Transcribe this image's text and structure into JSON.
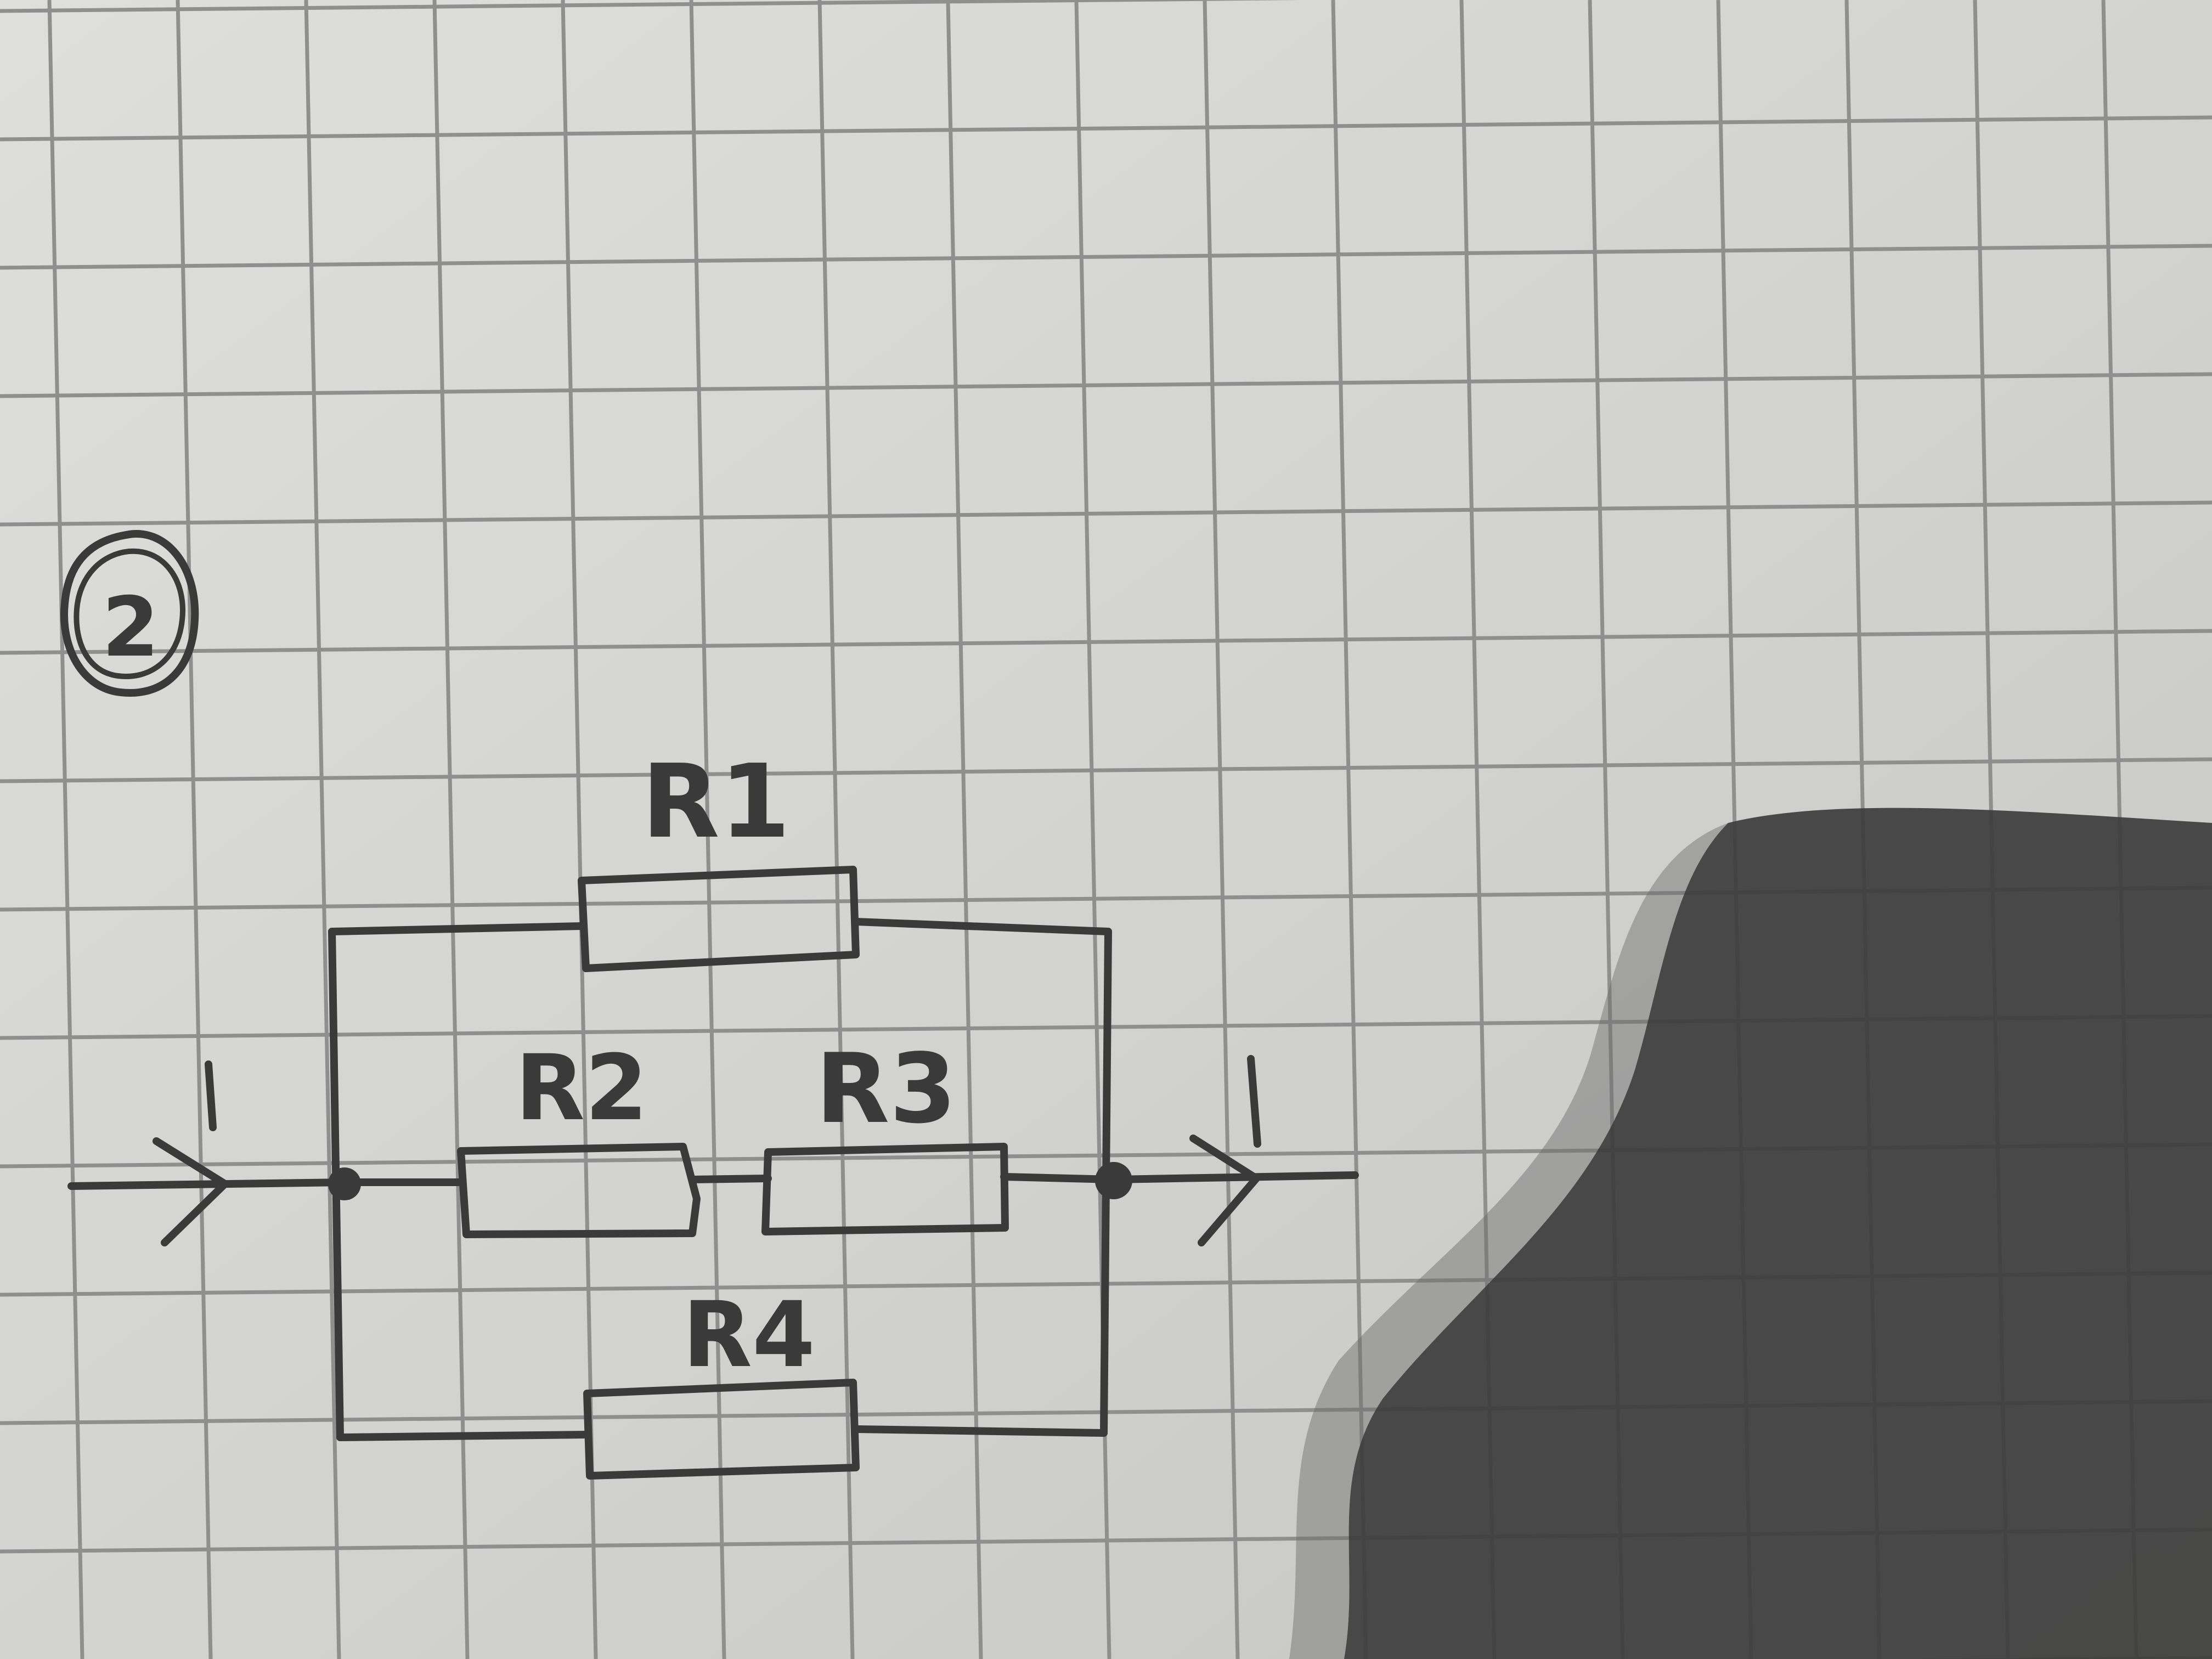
{
  "diagram": {
    "problem_number": "2",
    "resistors": [
      {
        "id": "r1",
        "label": "R1"
      },
      {
        "id": "r2",
        "label": "R2"
      },
      {
        "id": "r3",
        "label": "R3"
      },
      {
        "id": "r4",
        "label": "R4"
      }
    ],
    "current_in": "I",
    "current_out": "I"
  },
  "colors": {
    "paper": "#d6d6d4",
    "grid": "#8f8f8f",
    "pencil": "#3a3a3a",
    "shadow": "#3c3c3c"
  }
}
